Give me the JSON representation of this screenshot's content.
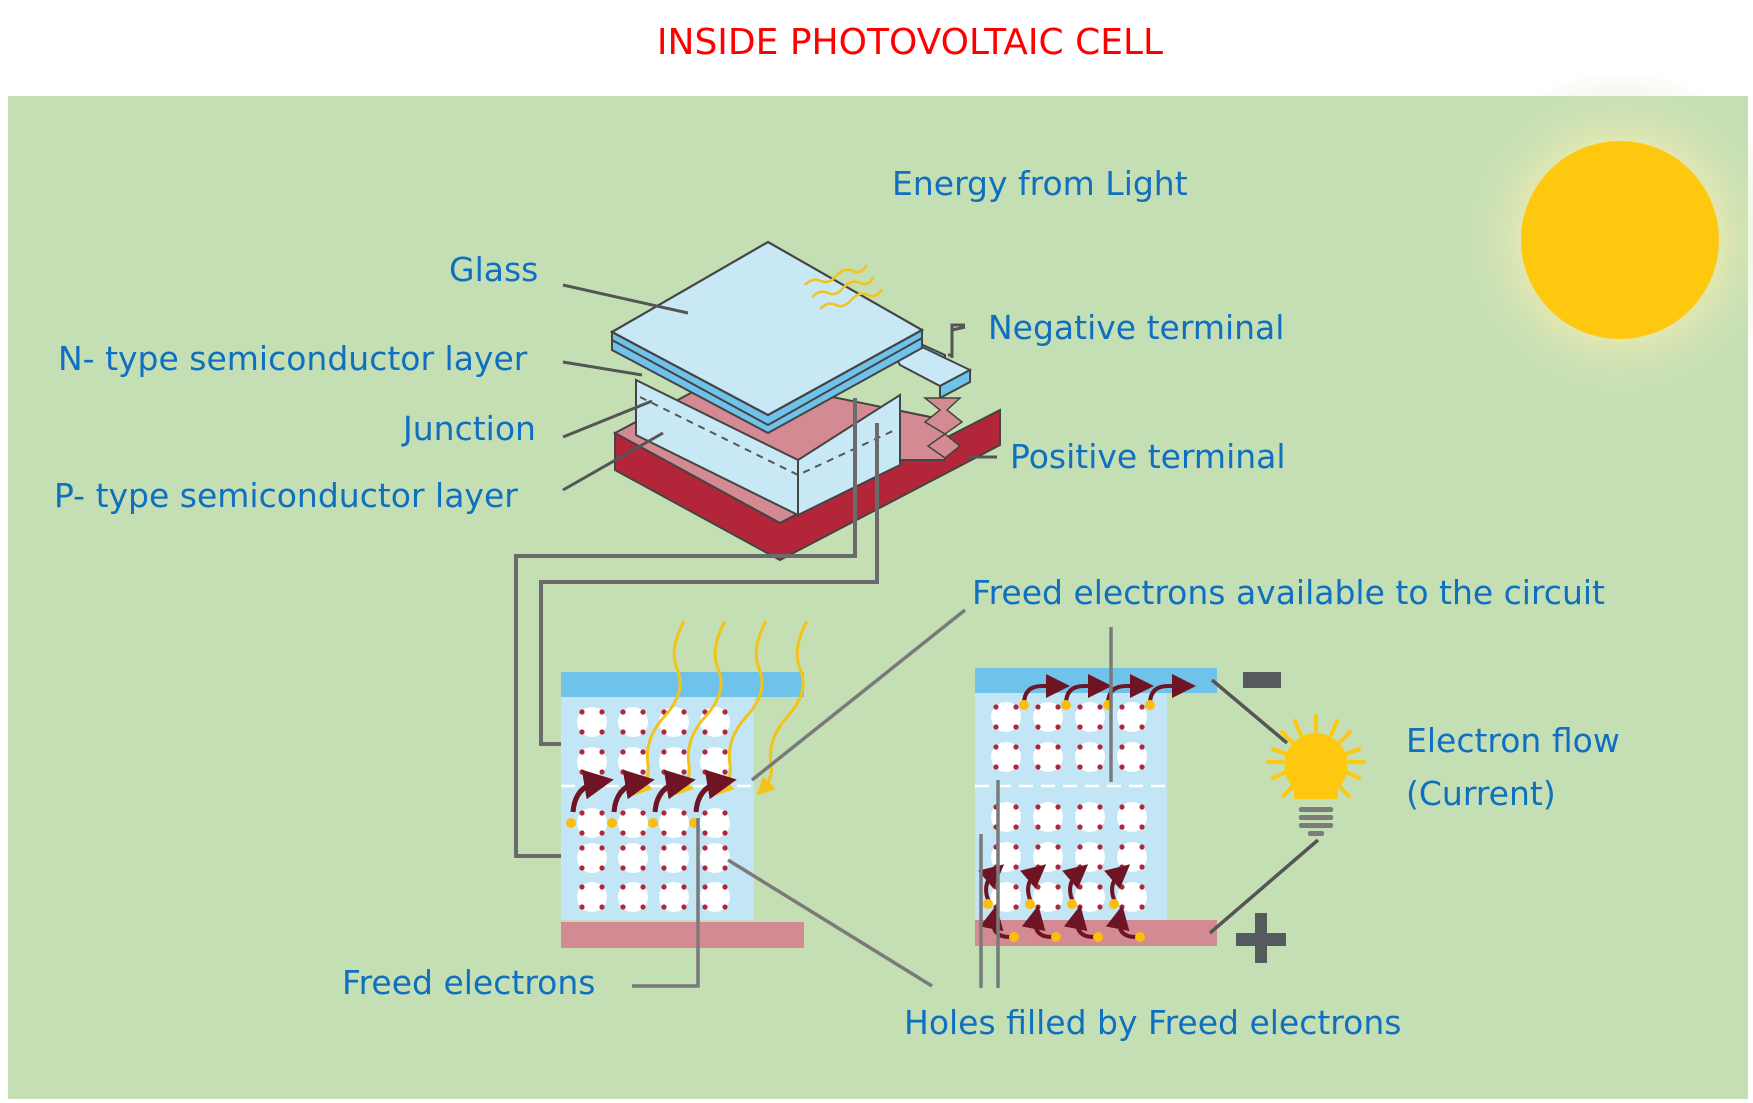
{
  "title": "INSIDE PHOTOVOLTAIC CELL",
  "labels": {
    "energy_from_light": "Energy from Light",
    "glass": "Glass",
    "n_type": "N- type semiconductor layer",
    "junction": "Junction",
    "p_type": "P- type semiconductor layer",
    "negative_terminal": "Negative terminal",
    "positive_terminal": "Positive terminal",
    "freed_electrons_circuit": "Freed electrons available to the circuit",
    "electron_flow_line1": "Electron flow",
    "electron_flow_line2": "(Current)",
    "freed_electrons": "Freed electrons",
    "holes_filled": "Holes filled  by Freed electrons"
  },
  "symbols": {
    "minus": "negative-sign",
    "plus": "positive-sign"
  },
  "colors": {
    "title": "#ff0000",
    "label_text": "#0f6fc0",
    "background": "#c5dfb4",
    "glass": "#c9e8f5",
    "n_layer": "#6fc3ea",
    "p_layer": "#d48a93",
    "p_layer_dark": "#b3263a",
    "sun": "#fec80f",
    "light_wave": "#f4c31a",
    "electron_dot": "#fbbd0e",
    "electron_arrow": "#6e1424",
    "wire": "#555555"
  }
}
